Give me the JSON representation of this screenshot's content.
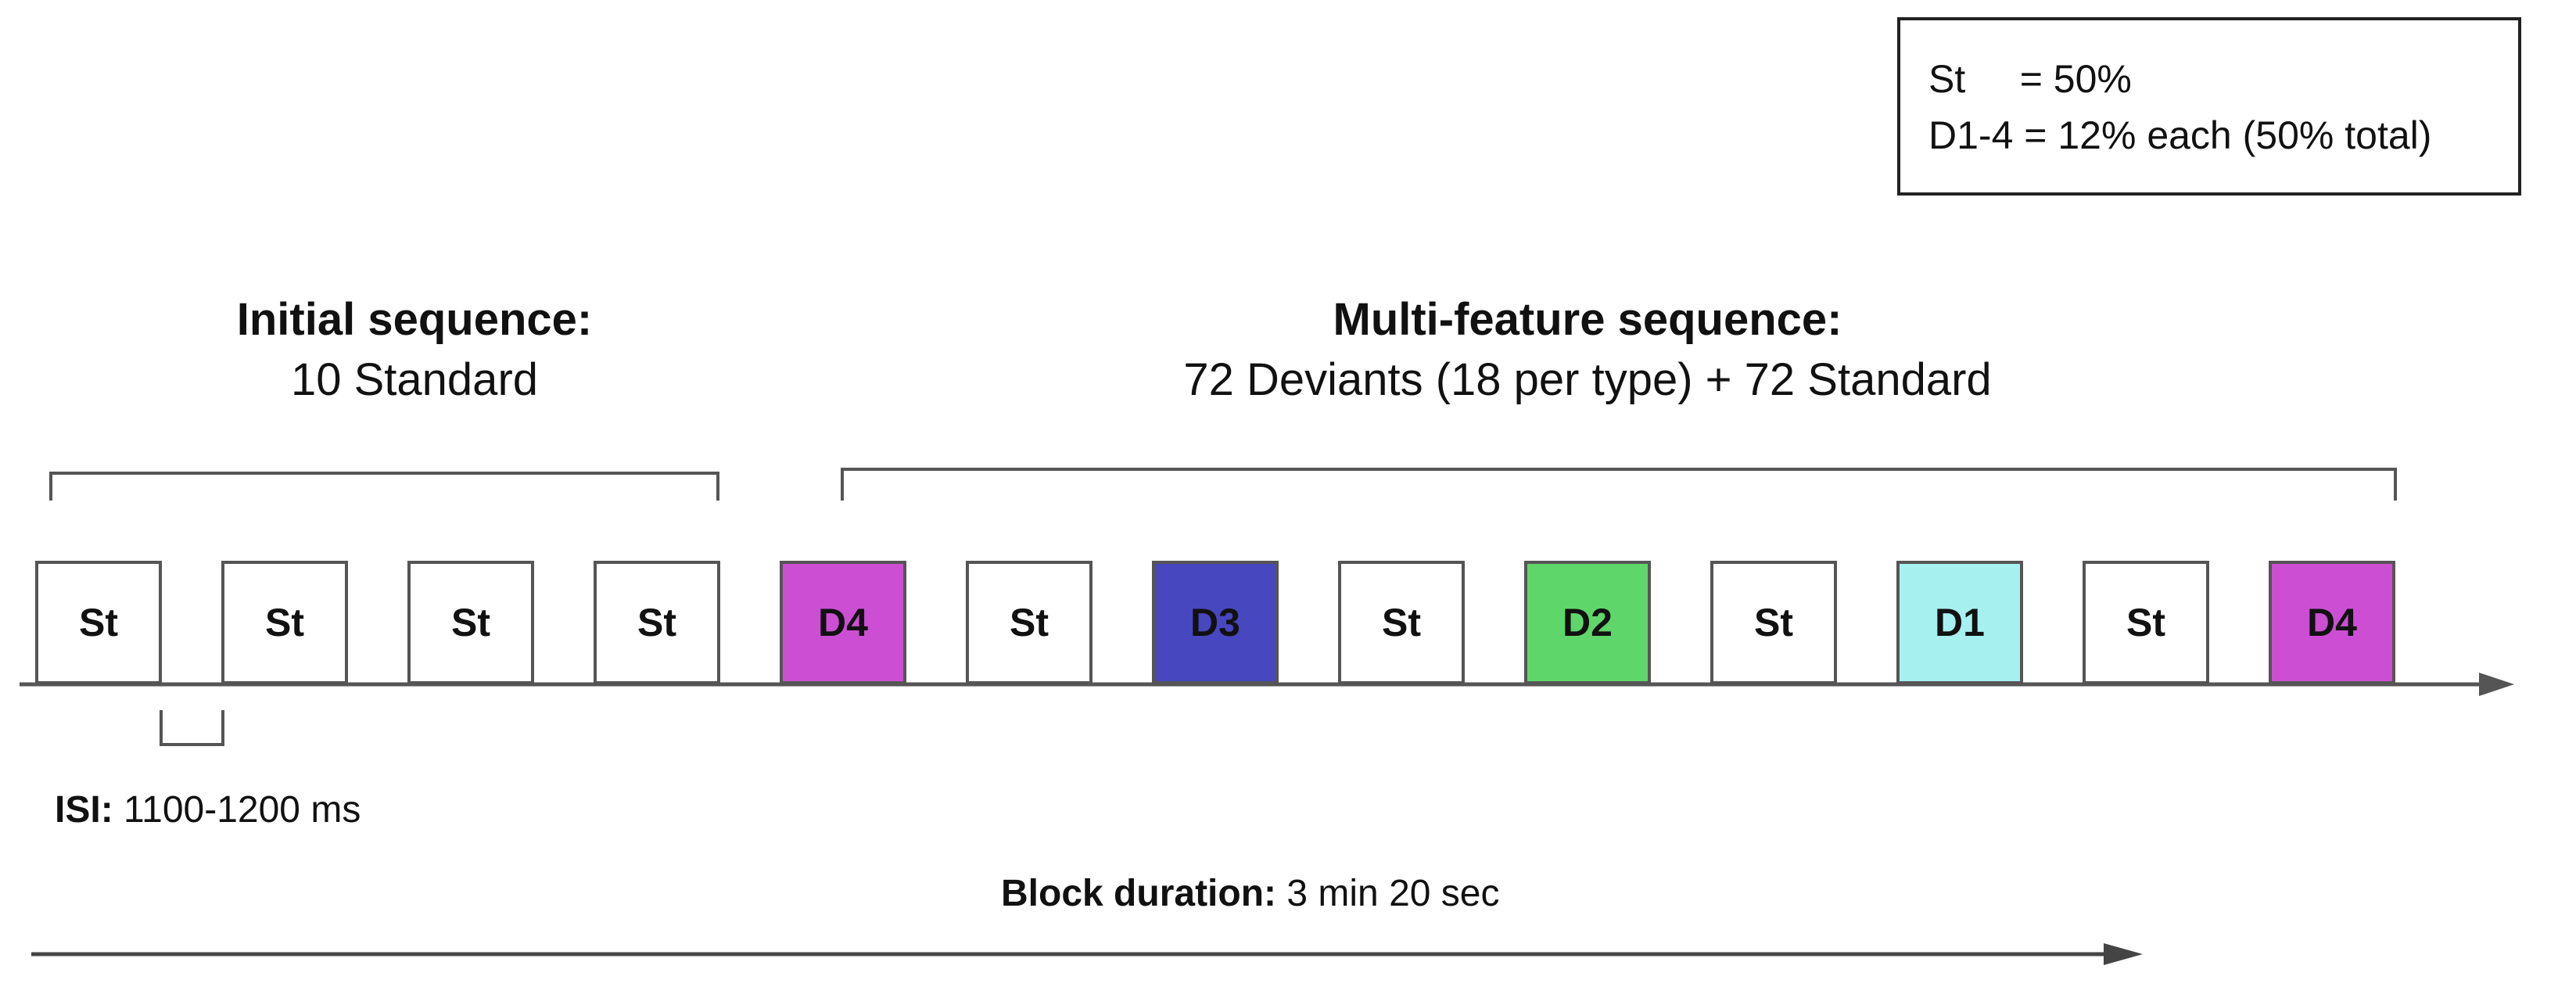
{
  "legend": {
    "line1": "St     = 50%",
    "line2": "D1-4 = 12% each (50% total)"
  },
  "initial_sequence": {
    "title": "Initial  sequence:",
    "subtitle": "10 Standard"
  },
  "multi_feature_sequence": {
    "title": "Multi-feature sequence:",
    "subtitle": "72 Deviants (18 per type) + 72 Standard"
  },
  "stimuli": [
    {
      "label": "St",
      "color": "#ffffff"
    },
    {
      "label": "St",
      "color": "#ffffff"
    },
    {
      "label": "St",
      "color": "#ffffff"
    },
    {
      "label": "St",
      "color": "#ffffff"
    },
    {
      "label": "D4",
      "color": "#cc4fd3"
    },
    {
      "label": "St",
      "color": "#ffffff"
    },
    {
      "label": "D3",
      "color": "#4747c0"
    },
    {
      "label": "St",
      "color": "#ffffff"
    },
    {
      "label": "D2",
      "color": "#5fd66a"
    },
    {
      "label": "St",
      "color": "#ffffff"
    },
    {
      "label": "D1",
      "color": "#a6f0f0"
    },
    {
      "label": "St",
      "color": "#ffffff"
    },
    {
      "label": "D4",
      "color": "#cc4fd3"
    }
  ],
  "isi": {
    "label": "ISI:",
    "value": " 1100-1200 ms"
  },
  "block_duration": {
    "label": "Block duration:",
    "value": " 3 min 20 sec"
  }
}
